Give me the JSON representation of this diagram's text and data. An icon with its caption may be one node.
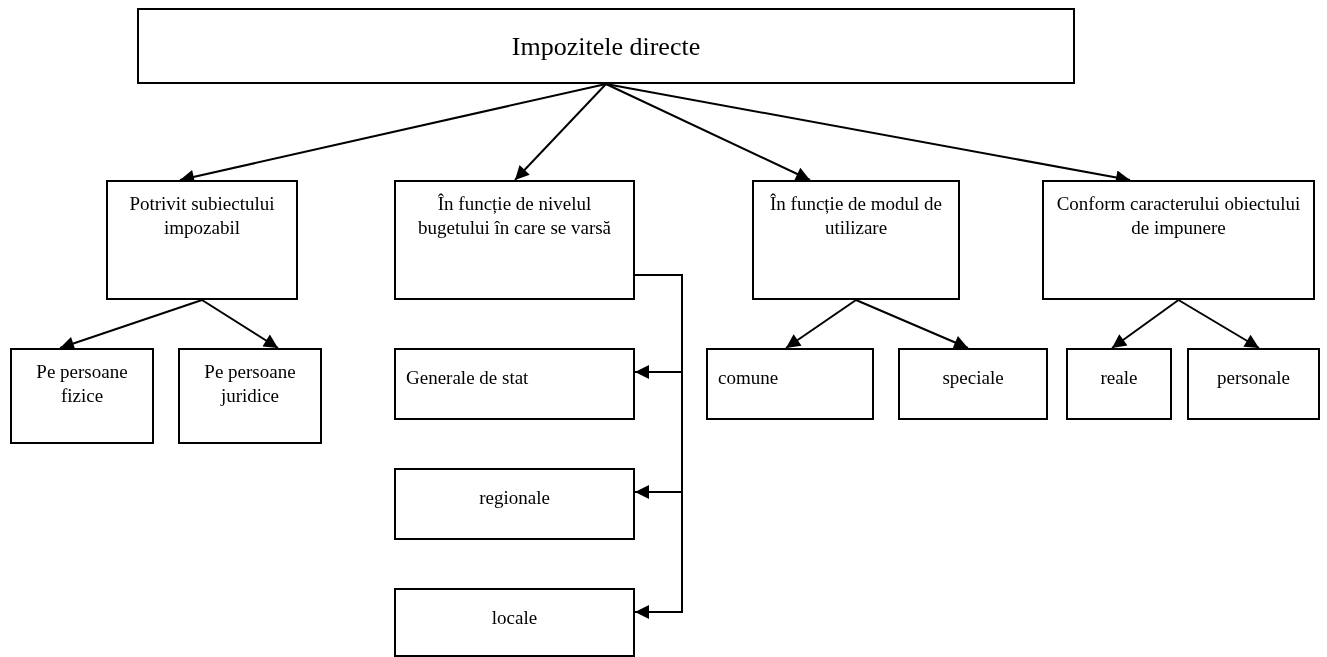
{
  "diagram": {
    "nodes": [
      {
        "text": [
          "Impozitele directe"
        ]
      },
      {
        "text": [
          "Potrivit subiectului impozabil"
        ]
      },
      {
        "text": [
          "În funcție de nivelul bugetului în care se varsă"
        ]
      },
      {
        "text": [
          "În funcție de modul de utilizare"
        ]
      },
      {
        "text": [
          "Conform caracterului obiectului de impunere"
        ]
      },
      {
        "text": [
          "Pe persoane fizice"
        ]
      },
      {
        "text": [
          "Pe persoane juridice"
        ]
      },
      {
        "text": [
          "Generale de stat"
        ]
      },
      {
        "text": [
          "regionale"
        ]
      },
      {
        "text": [
          "locale"
        ]
      },
      {
        "text": [
          "comune"
        ]
      },
      {
        "text": [
          "speciale"
        ]
      },
      {
        "text": [
          "reale"
        ]
      },
      {
        "text": [
          "personale"
        ]
      }
    ],
    "edges": [
      {
        "from": 0,
        "to": 1,
        "arrow": "to"
      },
      {
        "from": 0,
        "to": 2,
        "arrow": "to"
      },
      {
        "from": 0,
        "to": 3,
        "arrow": "to"
      },
      {
        "from": 0,
        "to": 4,
        "arrow": "to"
      },
      {
        "from": 1,
        "to": 5,
        "arrow": "to"
      },
      {
        "from": 1,
        "to": 6,
        "arrow": "to"
      },
      {
        "from": 2,
        "to": 7,
        "arrow": "to"
      },
      {
        "from": 2,
        "to": 8,
        "arrow": "to"
      },
      {
        "from": 2,
        "to": 9,
        "arrow": "to"
      },
      {
        "from": 3,
        "to": 10,
        "arrow": "to"
      },
      {
        "from": 3,
        "to": 11,
        "arrow": "to"
      },
      {
        "from": 4,
        "to": 12,
        "arrow": "to"
      },
      {
        "from": 4,
        "to": 13,
        "arrow": "to"
      }
    ]
  }
}
